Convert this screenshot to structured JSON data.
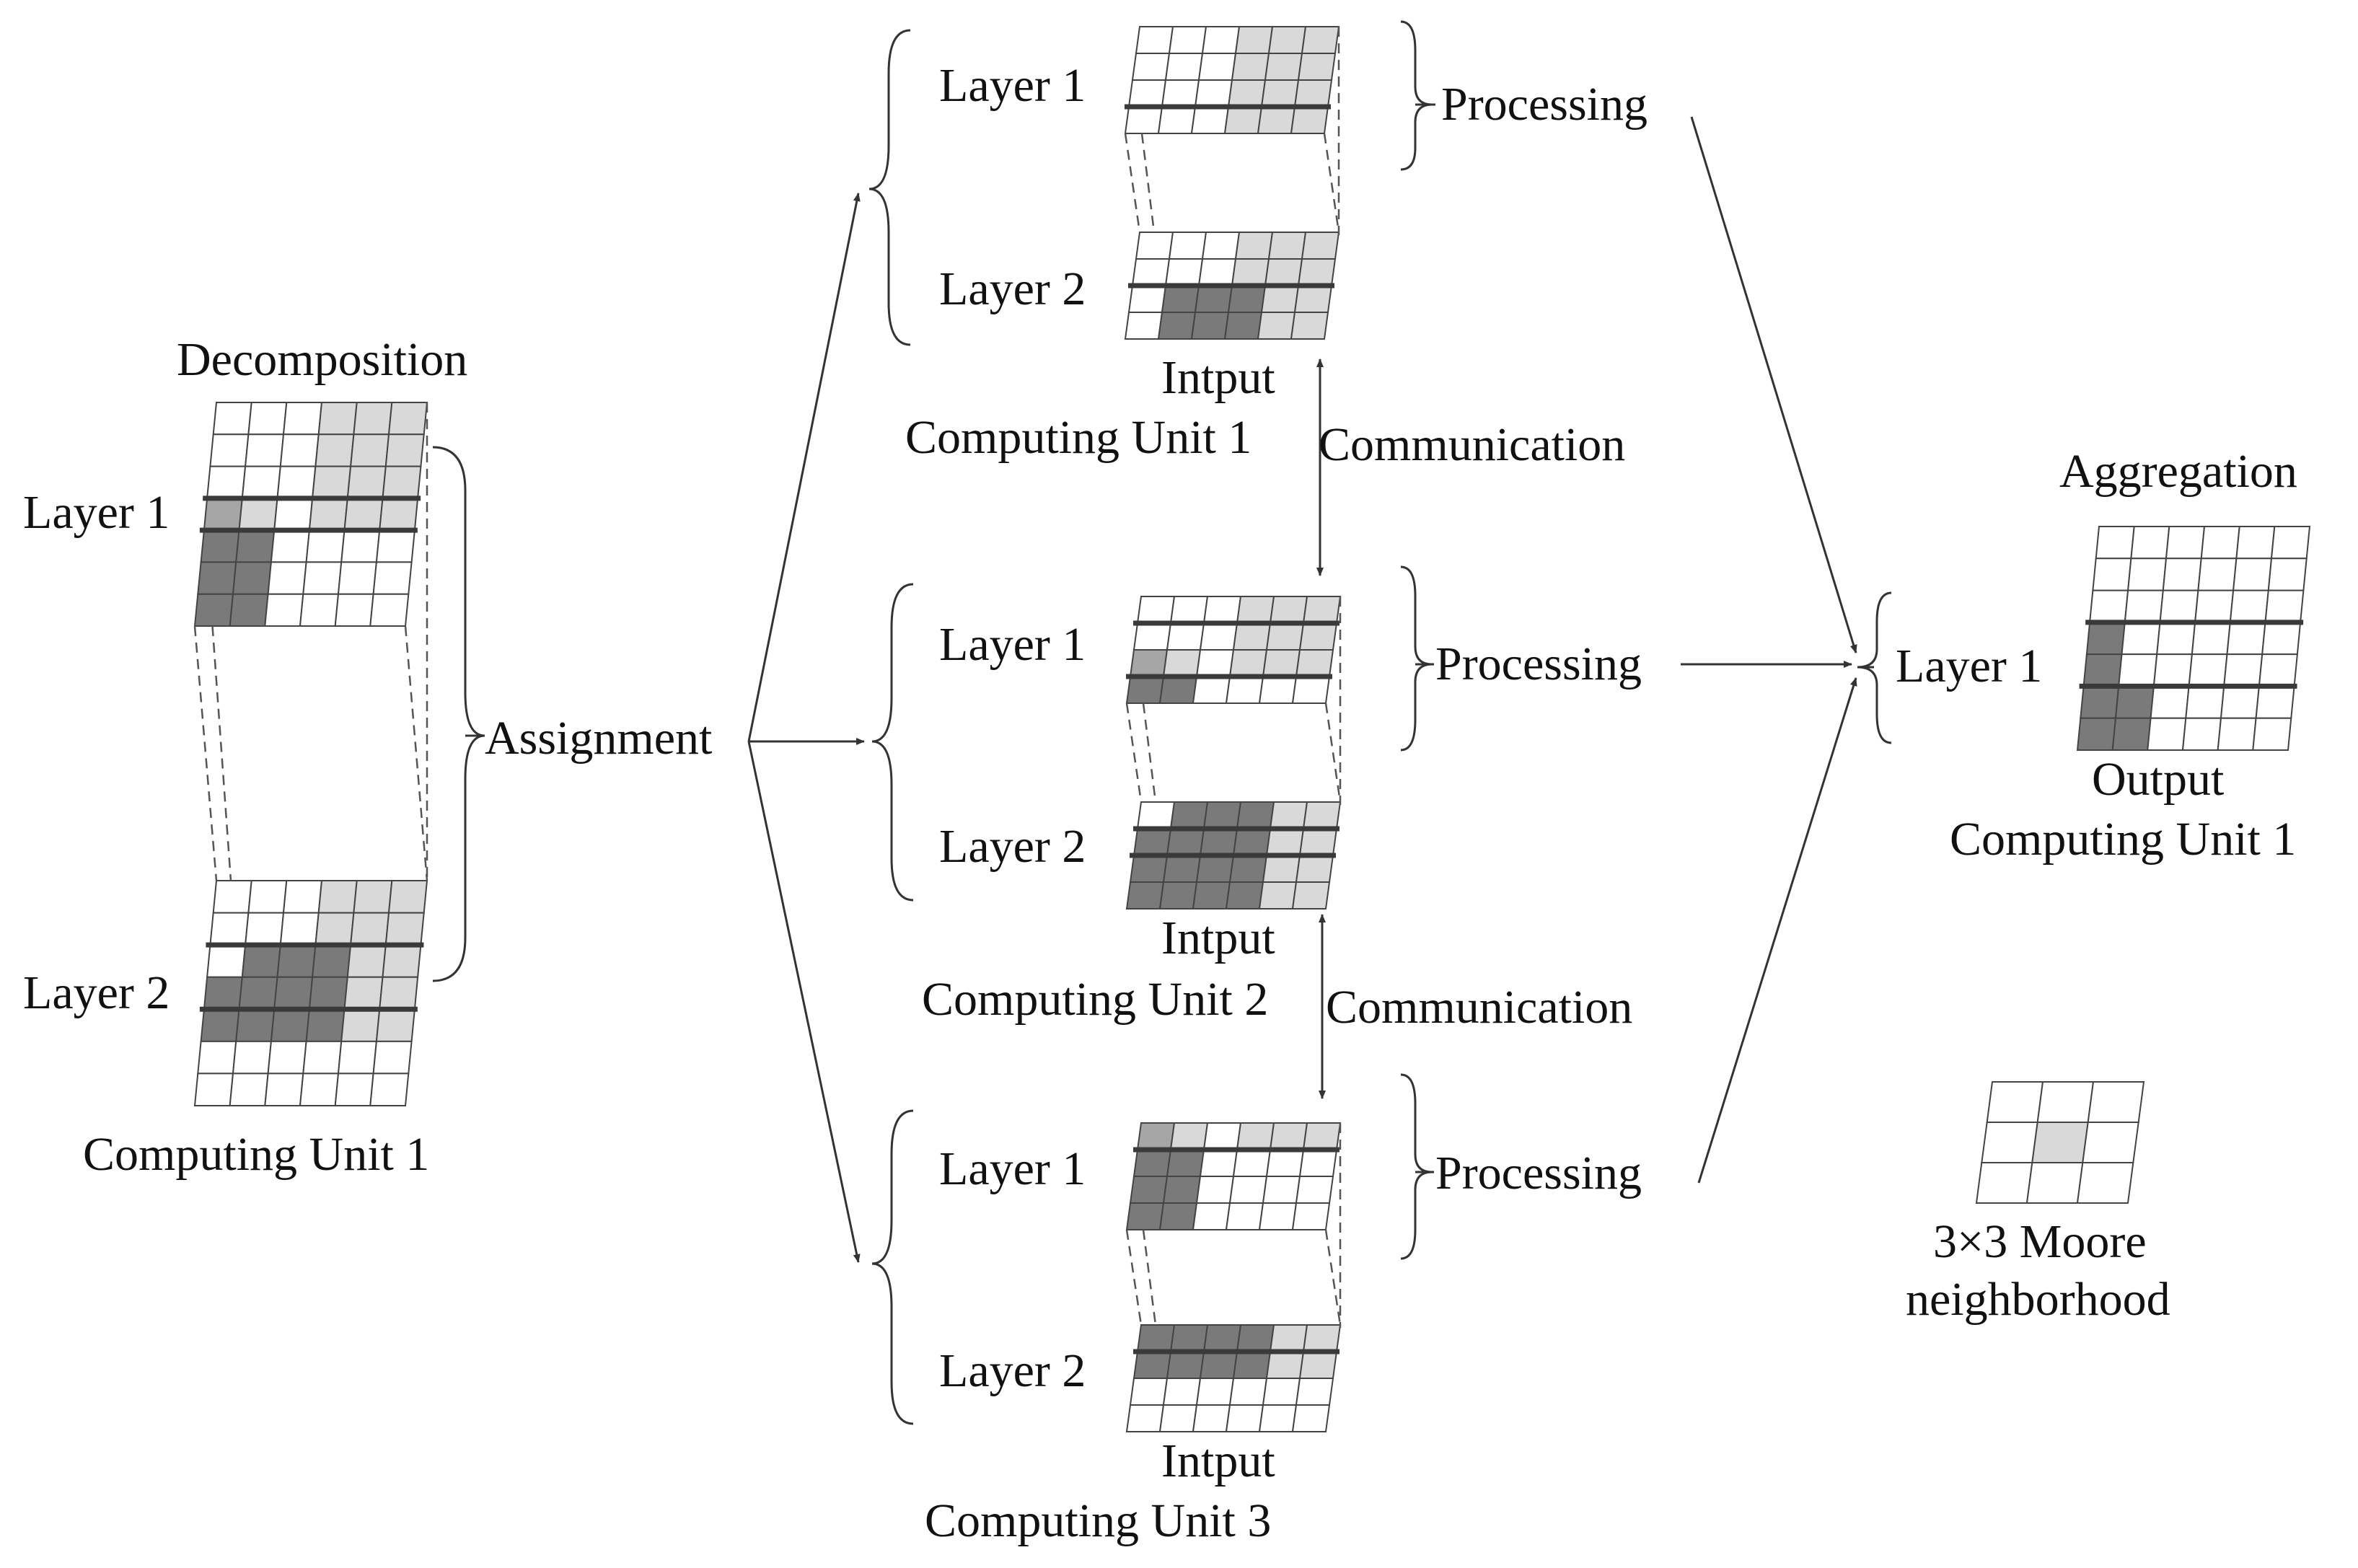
{
  "colors": {
    "background": "#ffffff",
    "line": "#333333",
    "cell_border": "#444444",
    "cell_empty": "#ffffff",
    "cell_light": "#d9d9d9",
    "cell_medium": "#a6a6a6",
    "cell_dark": "#7a7a7a"
  },
  "decomposition": {
    "title": "Decomposition",
    "layer1_label": "Layer 1",
    "layer2_label": "Layer 2",
    "unit_label": "Computing Unit 1",
    "assignment_label": "Assignment"
  },
  "units": [
    {
      "layer1_label": "Layer 1",
      "layer2_label": "Layer 2",
      "input_label": "Intput",
      "unit_label": "Computing Unit 1",
      "processing_label": "Processing"
    },
    {
      "layer1_label": "Layer 1",
      "layer2_label": "Layer 2",
      "input_label": "Intput",
      "unit_label": "Computing Unit 2",
      "processing_label": "Processing"
    },
    {
      "layer1_label": "Layer 1",
      "layer2_label": "Layer 2",
      "input_label": "Intput",
      "unit_label": "Computing Unit 3",
      "processing_label": "Processing"
    }
  ],
  "communication": [
    "Communication",
    "Communication"
  ],
  "aggregation": {
    "title": "Aggregation",
    "layer_label": "Layer 1",
    "output_label": "Output",
    "unit_label": "Computing Unit 1"
  },
  "legend": {
    "line1": "3×3 Moore",
    "line2": "neighborhood"
  }
}
